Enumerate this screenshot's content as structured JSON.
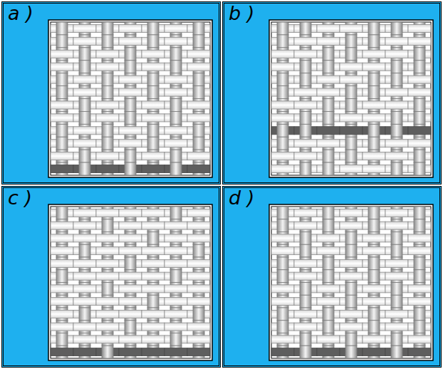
{
  "diagram": {
    "nodes": [
      {
        "text": [
          "a )"
        ]
      },
      {
        "text": [
          "b )"
        ]
      },
      {
        "text": [
          "c )"
        ]
      },
      {
        "text": [
          "d )"
        ]
      }
    ]
  }
}
